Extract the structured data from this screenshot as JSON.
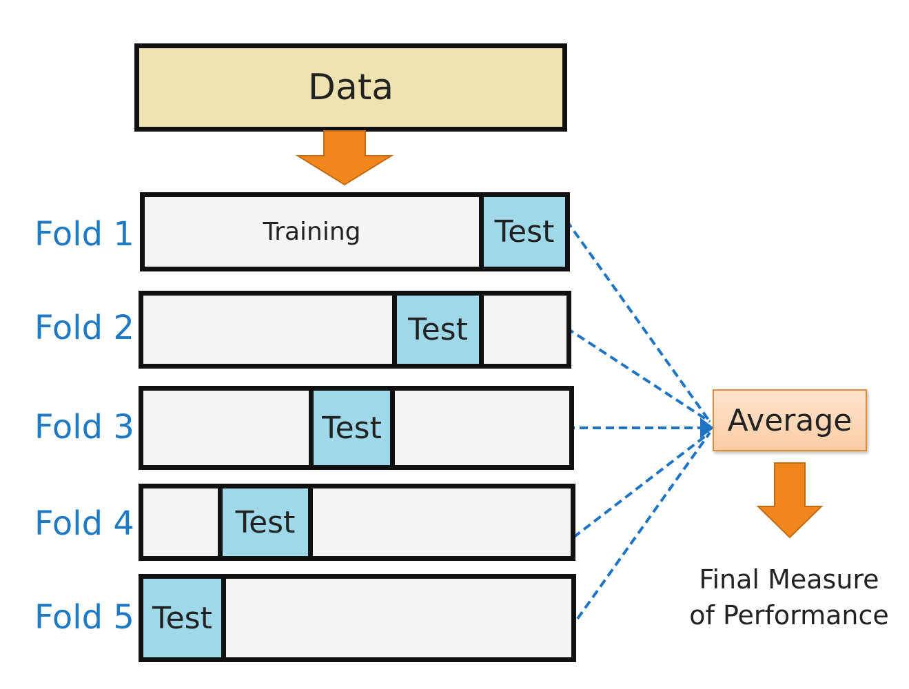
{
  "data_box": {
    "label": "Data"
  },
  "folds": [
    {
      "label": "Fold 1",
      "training_label": "Training",
      "test_label": "Test"
    },
    {
      "label": "Fold 2",
      "test_label": "Test"
    },
    {
      "label": "Fold 3",
      "test_label": "Test"
    },
    {
      "label": "Fold 4",
      "test_label": "Test"
    },
    {
      "label": "Fold 5",
      "test_label": "Test"
    }
  ],
  "average_box": {
    "label": "Average"
  },
  "result": {
    "line1": "Final Measure",
    "line2": "of Performance"
  },
  "colors": {
    "data_fill": "#eee2b0",
    "test_fill": "#9fd8e8",
    "fold_label": "#1d7ac3",
    "arrow": "#f0861c",
    "dashed_line": "#1d73c4",
    "average_fill": "#fbcda5"
  }
}
